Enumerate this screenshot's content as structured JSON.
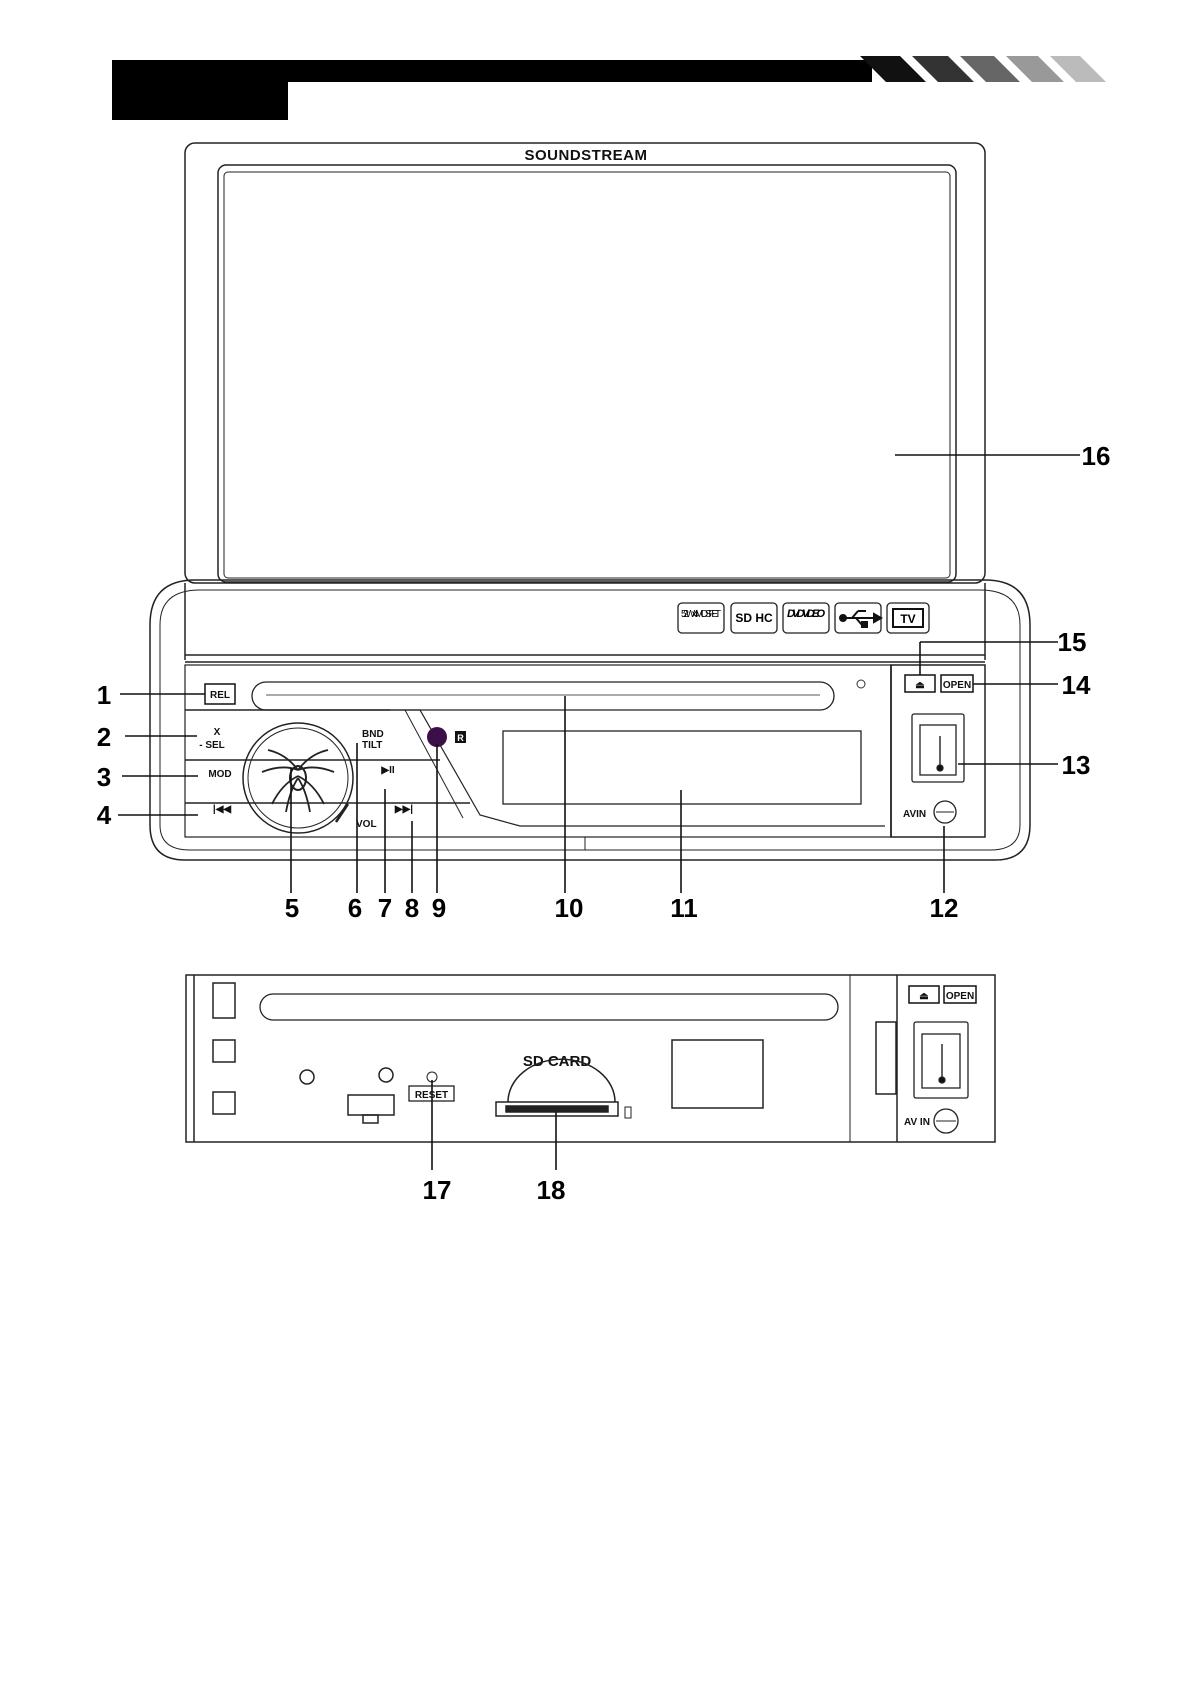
{
  "brand": "SOUNDSTREAM",
  "logo_badges": [
    "52W x 4 MOSFET",
    "SD HC",
    "DVD VIDEO",
    "USB",
    "TV"
  ],
  "front_panel": {
    "rel": "REL",
    "mute_sel": "- SEL",
    "mute_icon": "X",
    "mod": "MOD",
    "prev": "|◀◀",
    "bnd_line1": "BND",
    "bnd_line2": "TILT",
    "play_pause": "▶II",
    "next": "▶▶|",
    "vol": "VOL",
    "ir": "R",
    "eject": "⏏",
    "open": "OPEN",
    "avin": "AVIN"
  },
  "rear_panel": {
    "eject": "⏏",
    "open": "OPEN",
    "avin": "AV IN",
    "reset": "RESET",
    "sdcard": "SD CARD"
  },
  "callouts": [
    "1",
    "2",
    "3",
    "4",
    "5",
    "6",
    "7",
    "8",
    "9",
    "10",
    "11",
    "12",
    "13",
    "14",
    "15",
    "16",
    "17",
    "18"
  ]
}
